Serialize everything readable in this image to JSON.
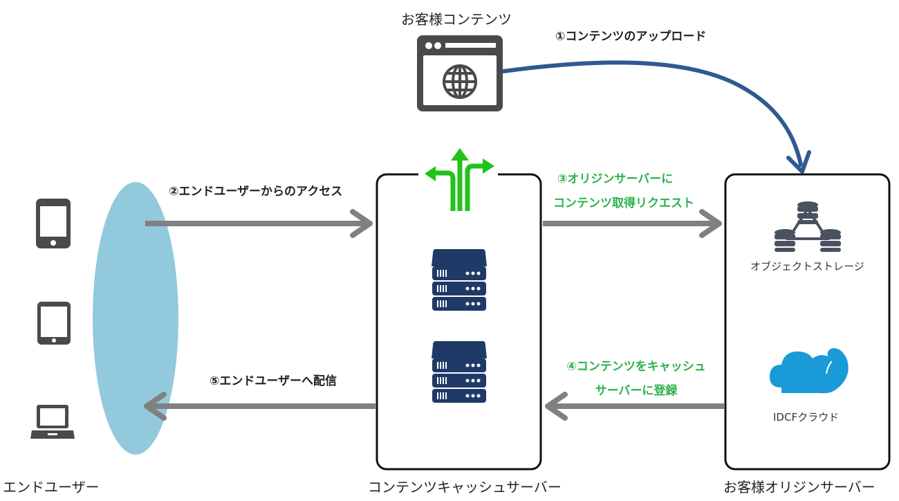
{
  "labels": {
    "customer_content": "お客様コンテンツ",
    "end_user": "エンドユーザー",
    "cache_server": "コンテンツキャッシュサーバー",
    "origin_server": "お客様オリジンサーバー",
    "object_storage": "オブジェクトストレージ",
    "idcf_cloud": "IDCFクラウド"
  },
  "steps": {
    "step1": "①コンテンツのアップロード",
    "step2": "②エンドユーザーからのアクセス",
    "step3_line1": "③オリジンサーバーに",
    "step3_line2": "コンテンツ取得リクエスト",
    "step4_line1": "④コンテンツをキャッシュ",
    "step4_line2": "サーバーに登録",
    "step5": "⑤エンドユーザーへ配信"
  },
  "colors": {
    "upload_arrow": "#2f5a8f",
    "flow_arrow": "#808080",
    "green_text": "#2bb24c",
    "green_icon": "#22c21a",
    "server_navy": "#1f3a66",
    "ellipse": "#92c9dc",
    "icon_gray": "#4a4a4a",
    "cloud_blue": "#1a9ad6"
  }
}
